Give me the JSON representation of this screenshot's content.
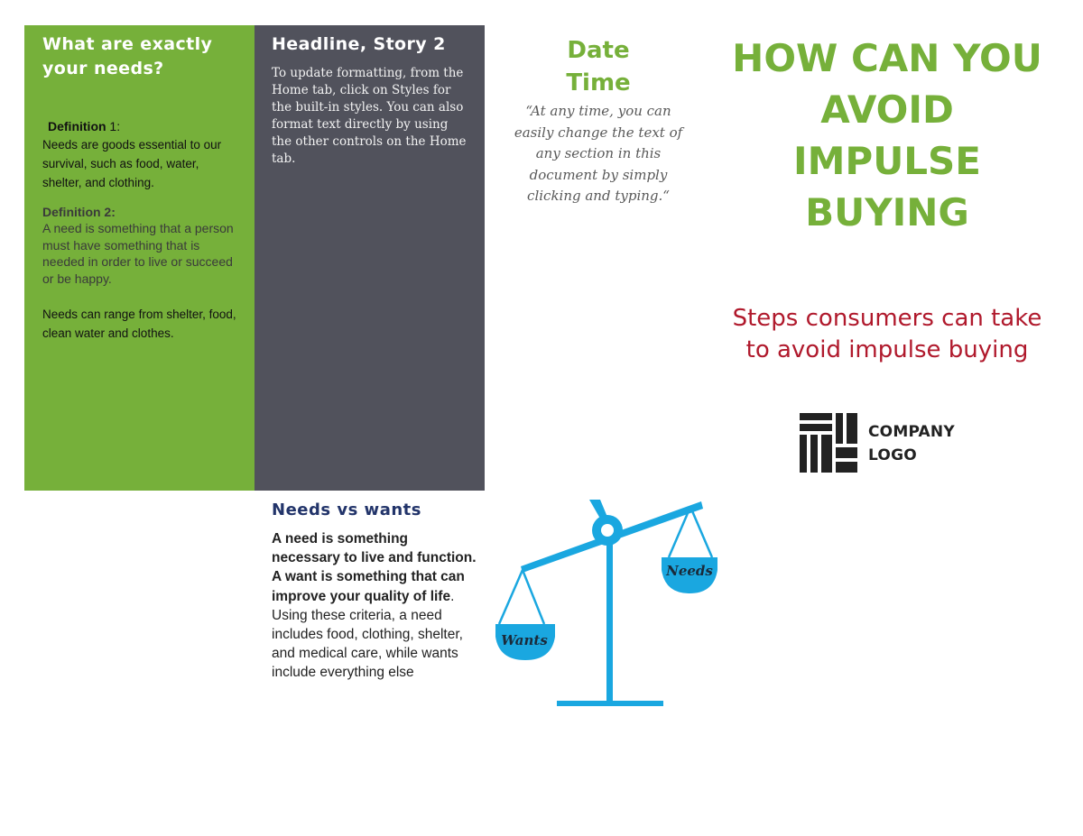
{
  "green_panel": {
    "heading": "What are exactly your needs?",
    "def1_label": "Definition",
    "def1_number": " 1:",
    "def1_text": "Needs are goods essential to our survival, such as food, water, shelter, and clothing.",
    "def2_label": "Definition 2:",
    "def2_text": "A need is something that a person must have something that is needed in order to live or succeed or be happy.",
    "range_text": "Needs can range from shelter, food, clean water and clothes."
  },
  "gray_panel": {
    "heading": "Headline, Story 2",
    "body": "To update formatting, from the Home tab, click on Styles for the built-in styles.  You can also format text directly by using the other controls on the Home tab."
  },
  "date_block": {
    "date": "Date",
    "time": "Time",
    "quote": "“At any time, you can easily change the text of any section in this document by simply clicking and typing.“"
  },
  "cover": {
    "title": "HOW CAN YOU AVOID IMPULSE BUYING",
    "subtitle": "Steps consumers can take to avoid impulse buying",
    "logo_line1": "COMPANY",
    "logo_line2": "LOGO"
  },
  "needs_wants": {
    "heading": "Needs vs wants",
    "bold_text": "A need is something necessary to live and function. A want is something that can improve your quality of life",
    "plain_text": ". Using these criteria, a need includes food, clothing, shelter, and medical care, while wants include everything else"
  },
  "scale_image": {
    "left_pan_label": "Wants",
    "right_pan_label": "Needs",
    "color": "#1aa7e0"
  },
  "colors": {
    "green": "#76b03a",
    "slate": "#51525c",
    "red": "#b0192c",
    "navy": "#22346a"
  }
}
